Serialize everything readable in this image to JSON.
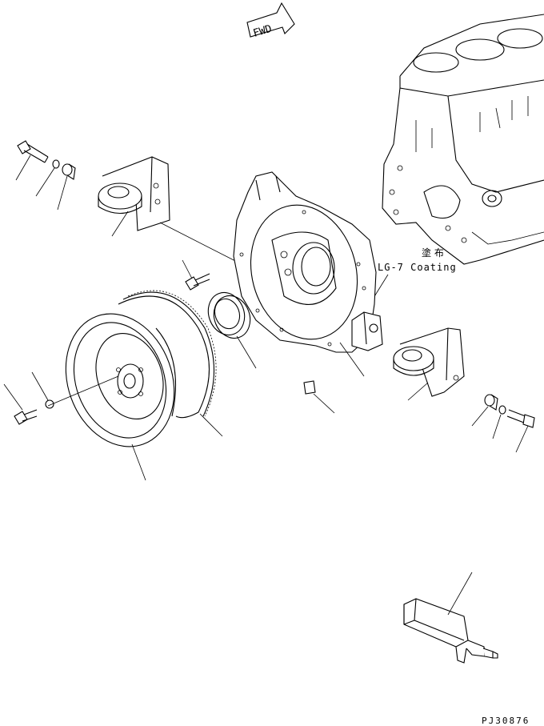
{
  "diagram": {
    "fwd_label": "FWD",
    "coating_jp": "塗 布",
    "coating_en": "LG-7 Coating",
    "drawing_code": "PJ30876"
  }
}
